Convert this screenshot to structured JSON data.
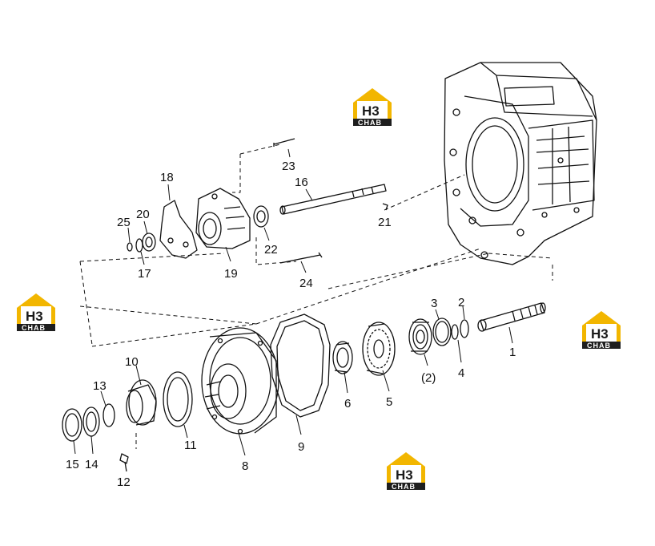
{
  "brand": {
    "mark": "H3",
    "text": "CHAB",
    "color": "#f2b600",
    "dark": "#1e1e1e"
  },
  "labels": {
    "p1": "1",
    "p2": "2",
    "p2b": "(2)",
    "p3": "3",
    "p4": "4",
    "p5": "5",
    "p6": "6",
    "p8": "8",
    "p9": "9",
    "p10": "10",
    "p11": "11",
    "p12": "12",
    "p13": "13",
    "p14": "14",
    "p15": "15",
    "p16": "16",
    "p17": "17",
    "p18": "18",
    "p19": "19",
    "p20": "20",
    "p21": "21",
    "p22": "22",
    "p23": "23",
    "p24": "24",
    "p25": "25"
  }
}
